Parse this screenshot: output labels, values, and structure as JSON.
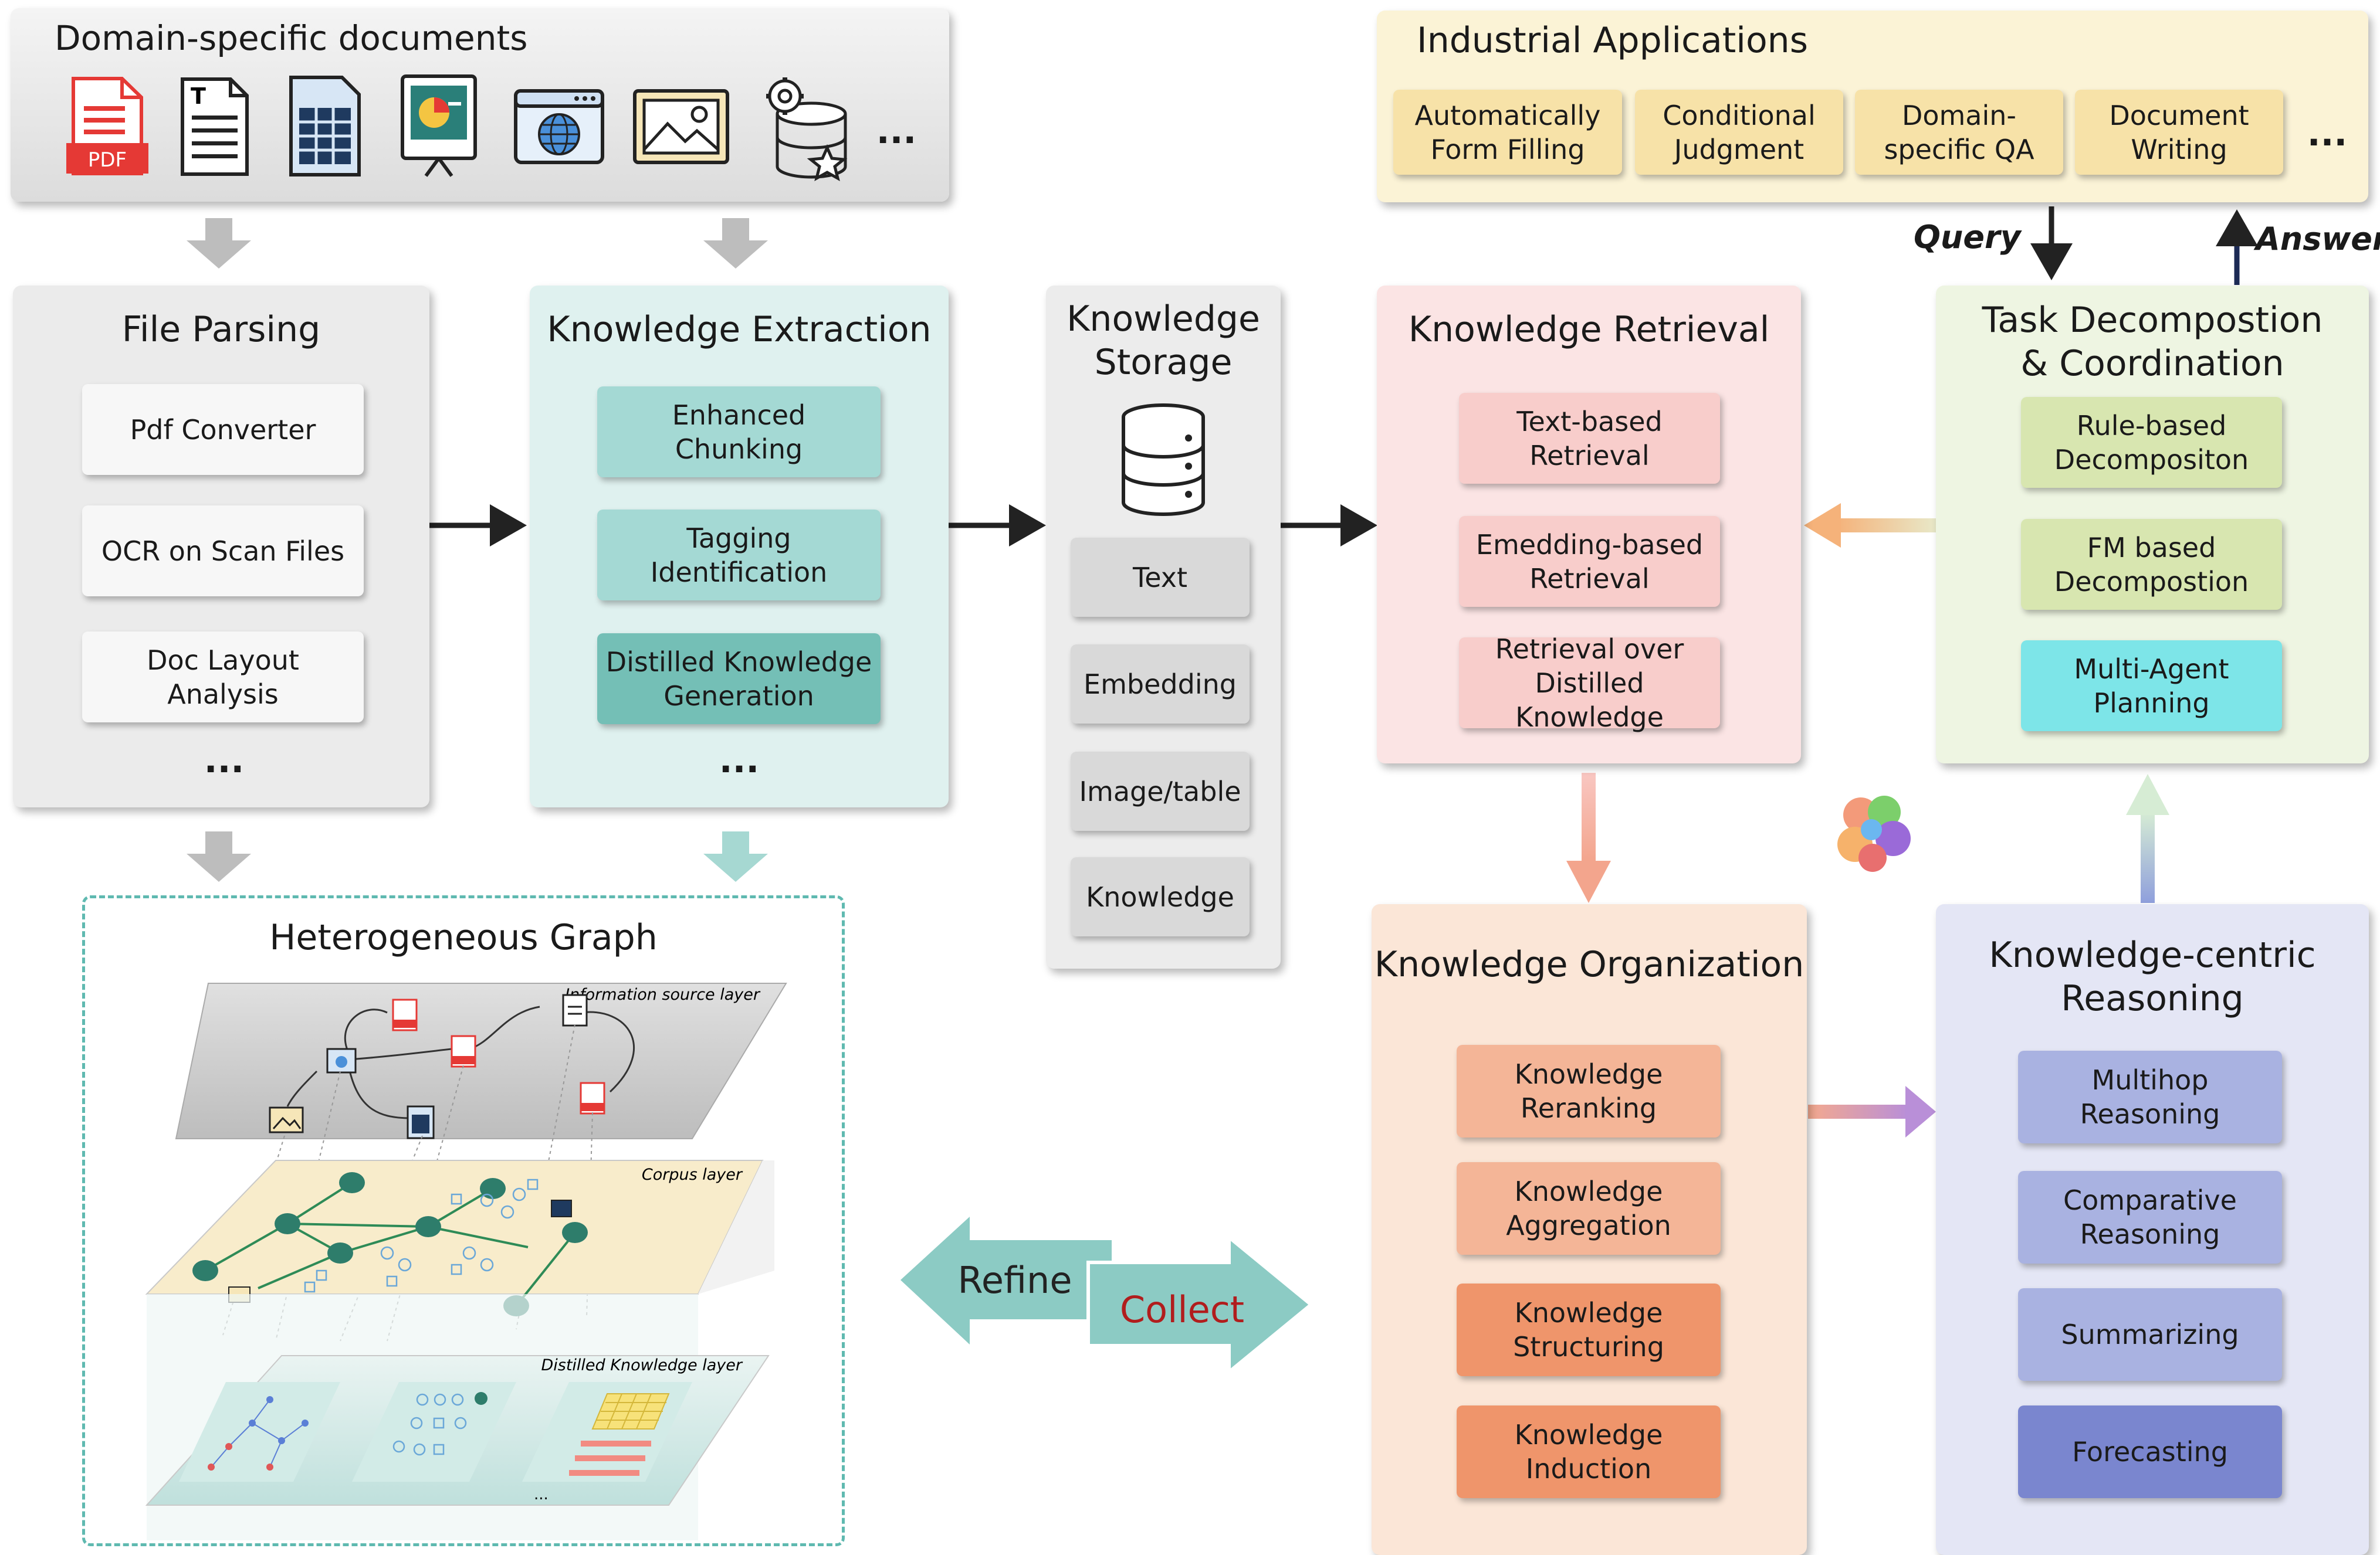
{
  "documents": {
    "title": "Domain-specific documents",
    "more": "...",
    "pdf_badge": "PDF"
  },
  "file_parsing": {
    "title": "File Parsing",
    "items": [
      "Pdf Converter",
      "OCR on Scan Files",
      "Doc Layout Analysis"
    ],
    "more": "..."
  },
  "knowledge_extraction": {
    "title": "Knowledge Extraction",
    "items": [
      "Enhanced\nChunking",
      "Tagging\nIdentification",
      "Distilled Knowledge\nGeneration"
    ],
    "more": "..."
  },
  "knowledge_storage": {
    "title": "Knowledge\nStorage",
    "items": [
      "Text",
      "Embedding",
      "Image/table",
      "Knowledge"
    ]
  },
  "knowledge_retrieval": {
    "title": "Knowledge Retrieval",
    "items": [
      "Text-based\nRetrieval",
      "Emedding-based\nRetrieval",
      "Retrieval over\nDistilled Knowledge"
    ]
  },
  "task_decomposition": {
    "title": "Task Decompostion\n& Coordination",
    "items": [
      "Rule-based\nDecompositon",
      "FM based\nDecompostion",
      "Multi-Agent\nPlanning"
    ]
  },
  "industrial_applications": {
    "title": "Industrial Applications",
    "items": [
      "Automatically\nForm Filling",
      "Conditional\nJudgment",
      "Domain-\nspecific QA",
      "Document\nWriting"
    ],
    "more": "...",
    "query_label": "Query",
    "answer_label": "Answer"
  },
  "knowledge_organization": {
    "title": "Knowledge Organization",
    "items": [
      "Knowledge\nReranking",
      "Knowledge\nAggregation",
      "Knowledge\nStructuring",
      "Knowledge\nInduction"
    ]
  },
  "knowledge_reasoning": {
    "title": "Knowledge-centric\nReasoning",
    "items": [
      "Multihop\nReasoning",
      "Comparative\nReasoning",
      "Summarizing",
      "Forecasting"
    ]
  },
  "heterogeneous_graph": {
    "title": "Heterogeneous Graph",
    "layers": [
      "Information source layer",
      "Corpus layer",
      "Distilled Knowledge layer"
    ],
    "more": "..."
  },
  "refine_collect": {
    "refine": "Refine",
    "collect": "Collect"
  },
  "colors": {
    "gray_panel": "#ebebeb",
    "teal_panel": "#dff1ef",
    "pink_panel": "#fbe4e4",
    "green_panel": "#eef5e2",
    "yellow_panel": "#fbf3d6",
    "peach_panel": "#fbe6d7",
    "lavender_panel": "#e4e6f5",
    "collect_text": "#b11d1d"
  },
  "icons": [
    "pdf-icon",
    "text-document-icon",
    "spreadsheet-icon",
    "presentation-icon",
    "web-page-icon",
    "image-icon",
    "database-settings-icon",
    "database-icon",
    "palette-icon"
  ]
}
